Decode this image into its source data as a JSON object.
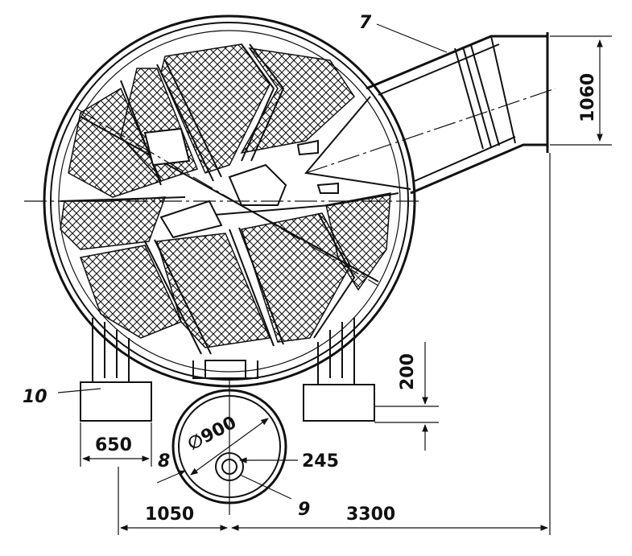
{
  "callouts": {
    "part_7": "7",
    "part_8": "8",
    "part_9": "9",
    "part_10": "10"
  },
  "dimensions": {
    "nozzle_height": "1060",
    "support_height": "200",
    "support_width": "650",
    "pipe_diameter": "∅900",
    "pipe_offset": "245",
    "left_span": "1050",
    "right_span": "3300"
  }
}
